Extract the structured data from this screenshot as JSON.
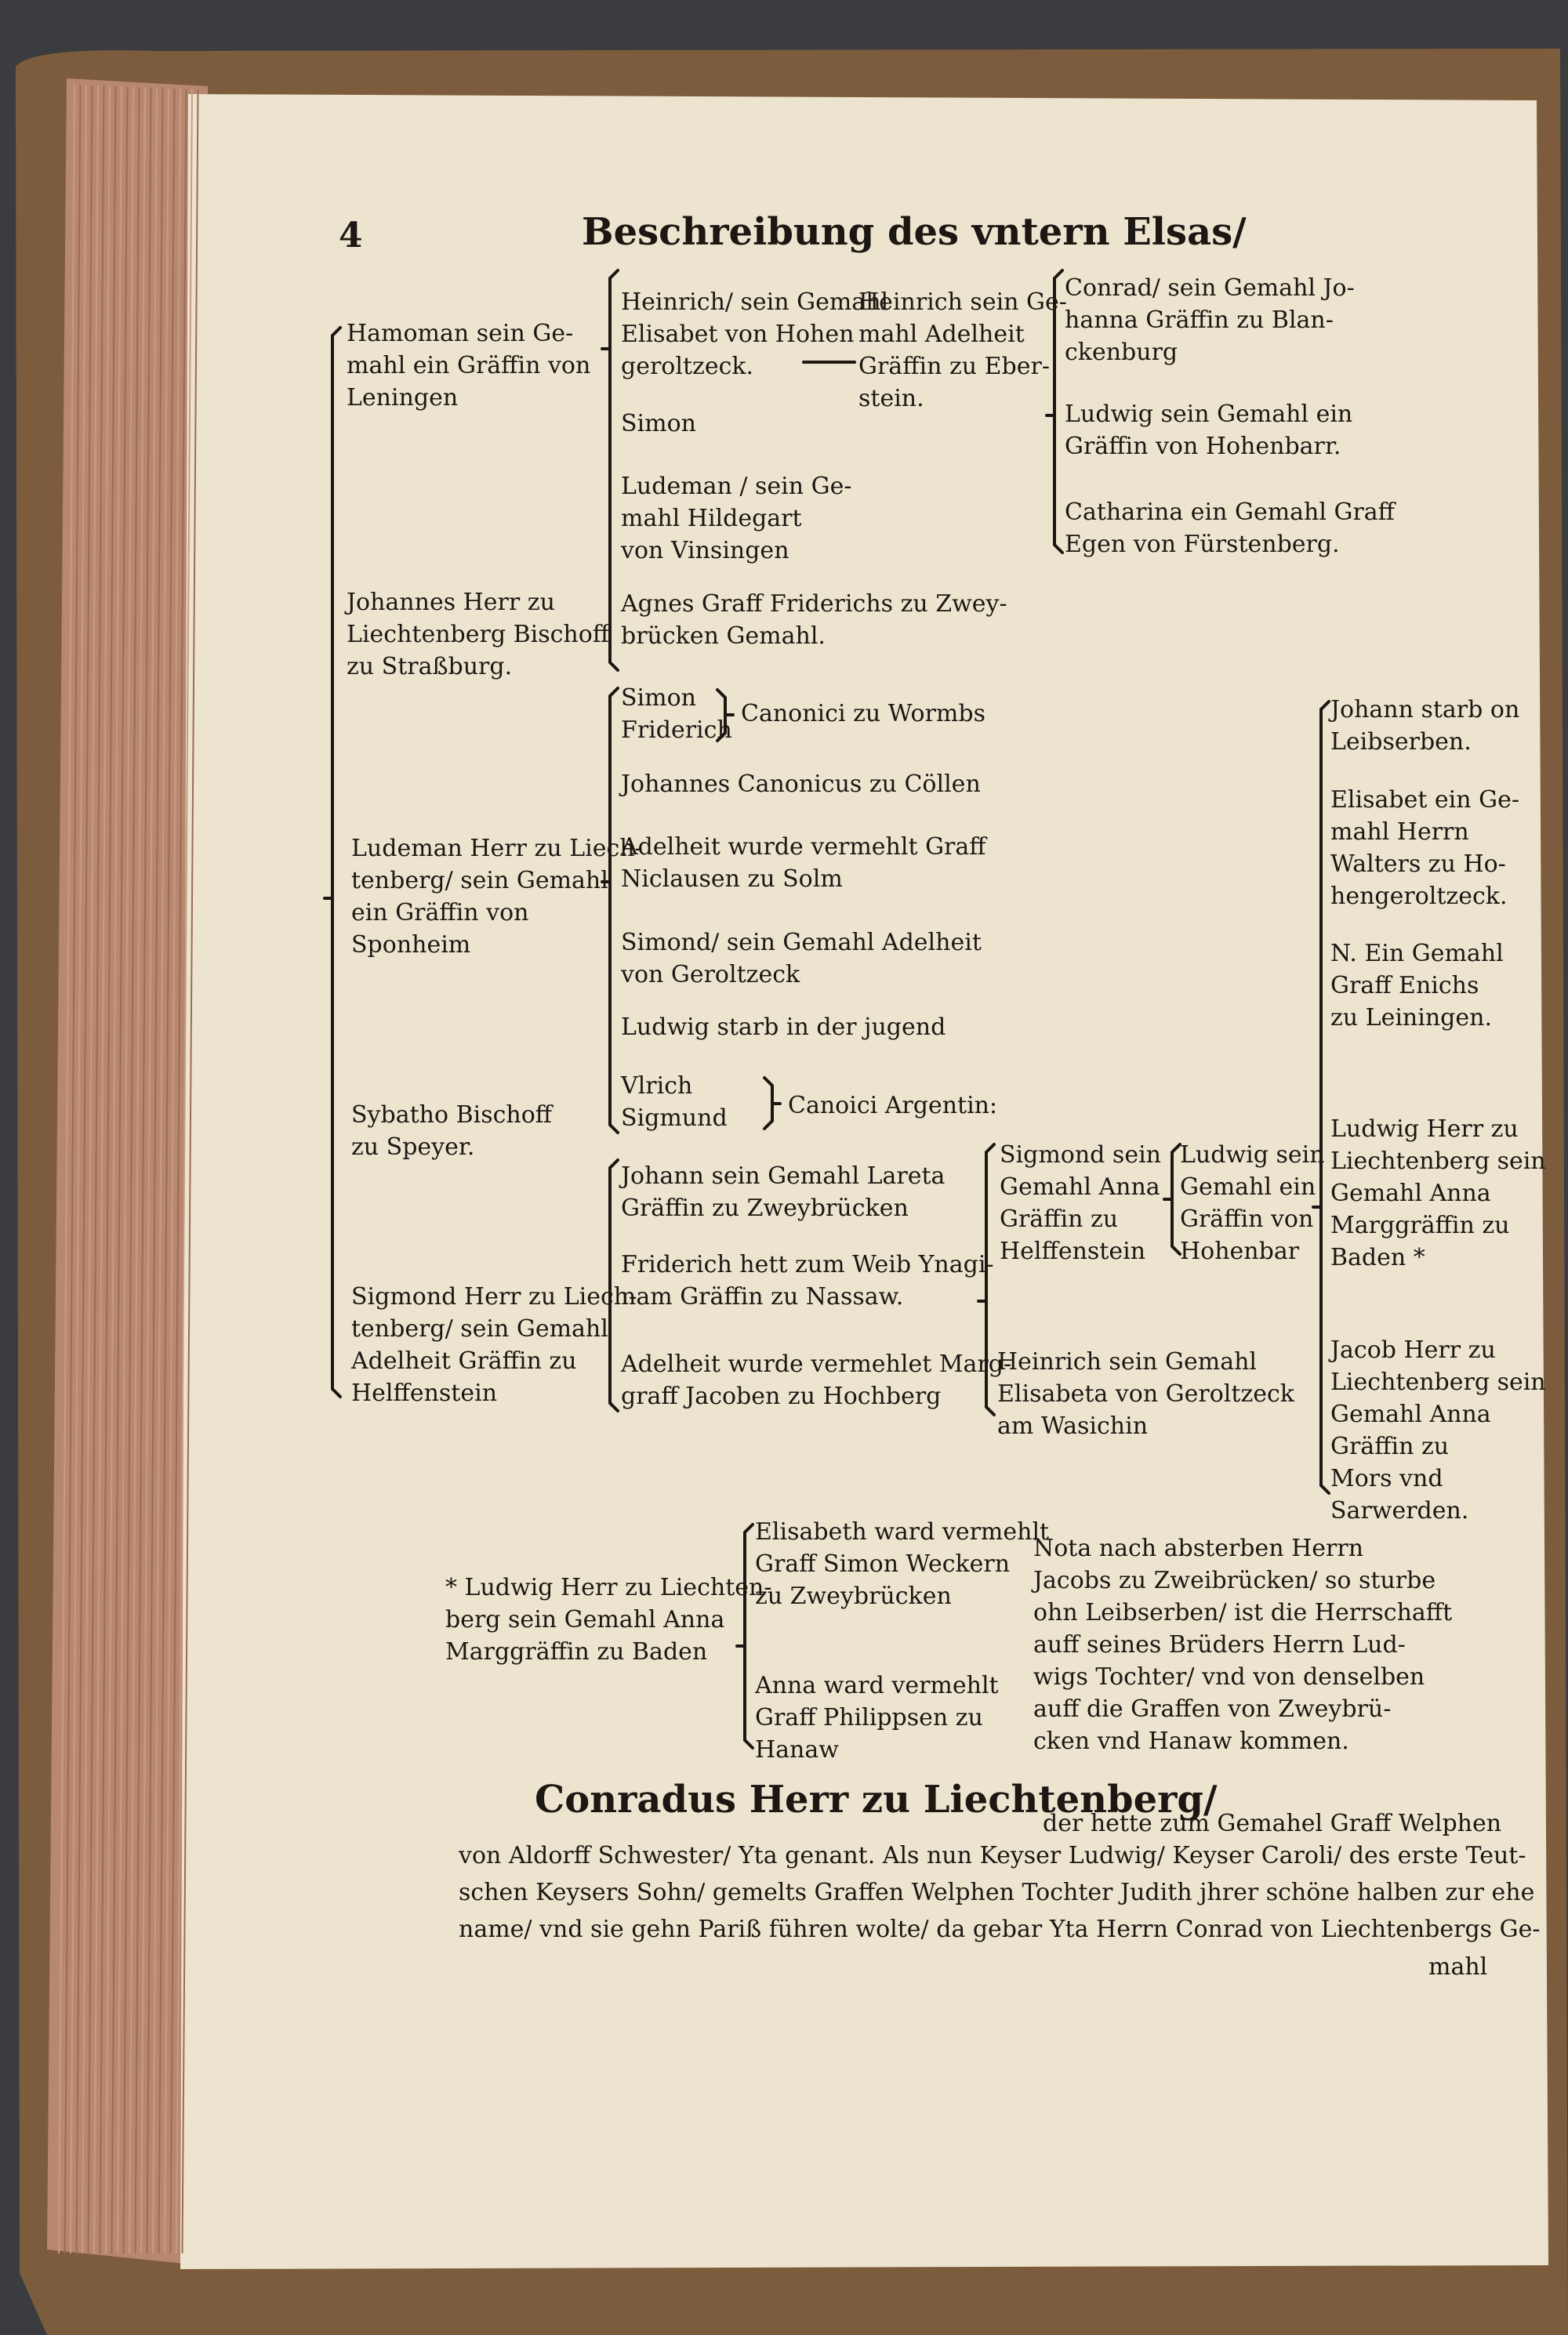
{
  "page": {
    "header": "Beschreibung des vntern Elsas/",
    "page_number": "4",
    "colors": {
      "paper": "#ede4d0",
      "ink": "#1c1712",
      "page_edge": "#b8876f",
      "cover": "#7c5c3c",
      "background": "#3a3c40"
    }
  },
  "tree": {
    "gen1": [
      "Hamoman sein Ge-\nmahl ein Gräffin von\nLeningen",
      "Johannes Herr zu\nLiechtenberg Bischoff\nzu Straßburg.",
      "Ludeman Herr zu Liech-\ntenberg/ sein Gemahl\nein Gräffin von\nSponheim",
      "Sybatho Bischoff\nzu Speyer.",
      "Sigmond Herr zu Liech-\ntenberg/ sein Gemahl\nAdelheit Gräffin zu\nHelffenstein"
    ],
    "gen2": [
      "Heinrich/ sein Gemahl\nElisabet von Hohen\ngeroltzeck.",
      "Simon",
      "Ludeman / sein Ge-\nmahl Hildegart\nvon Vinsingen",
      "Agnes Graff Friderichs zu Zwey-\nbrücken Gemahl.",
      "Simon\nFriderich",
      "Canonici zu Wormbs",
      "Johannes Canonicus zu Cöllen",
      "Adelheit wurde vermehlt Graff\nNiclausen zu Solm",
      "Simond/ sein Gemahl Adelheit\nvon Geroltzeck",
      "Ludwig starb in der jugend",
      "Vlrich\nSigmund",
      "Canoici Argentin:",
      "Johann sein Gemahl Lareta\nGräffin zu Zweybrücken",
      "Friderich hett zum Weib Ynagi-\nnam Gräffin zu Nassaw.",
      "Adelheit wurde vermehlet Marg-\ngraff Jacoben zu Hochberg"
    ],
    "gen3": [
      "Heinrich sein Ge-\nmahl Adelheit\nGräffin zu Eber-\nstein.",
      "Sigmond sein\nGemahl Anna\nGräffin zu\nHelffenstein",
      "Heinrich sein Gemahl\nElisabeta von Geroltzeck\nam Wasichin"
    ],
    "gen4": [
      "Conrad/ sein Gemahl Jo-\nhanna Gräffin zu Blan-\nckenburg",
      "Ludwig sein Gemahl ein\nGräffin von Hohenbarr.",
      "Catharina ein Gemahl Graff\nEgen von Fürstenberg.",
      "Ludwig sein\nGemahl ein\nGräffin von\nHohenbar"
    ],
    "gen5": [
      "Johann starb on\nLeibserben.",
      "Elisabet ein Ge-\nmahl Herrn\nWalters zu Ho-\nhengeroltzeck.",
      "N. Ein Gemahl\nGraff Enichs\nzu Leiningen.",
      "Ludwig Herr zu\nLiechtenberg sein\nGemahl Anna\nMarggräffin zu\nBaden *",
      "Jacob Herr zu\nLiechtenberg sein\nGemahl Anna\nGräffin zu\nMors vnd\nSarwerden."
    ]
  },
  "footnote": {
    "text": "* Ludwig Herr zu Liechten-\nberg sein Gemahl Anna\nMarggräffin zu Baden",
    "children": [
      "Elisabeth ward vermehlt\nGraff Simon Weckern\nzu Zweybrücken",
      "Anna ward vermehlt\nGraff Philippsen zu\nHanaw"
    ],
    "nota": "Nota nach absterben Herrn\nJacobs zu Zweibrücken/ so sturbe\nohn Leibserben/ ist die Herrschafft\nauff seines Brüders Herrn Lud-\nwigs Tochter/ vnd von denselben\nauff die Graffen von Zweybrü-\ncken vnd Hanaw kommen."
  },
  "paragraph": {
    "heading": "Conradus Herr zu Liechtenberg/",
    "lines": [
      "der hette zum Gemahel Graff Welphen",
      "von Aldorff Schwester/ Yta genant. Als nun Keyser Ludwig/ Keyser Caroli/ des erste Teut-",
      "schen Keysers Sohn/ gemelts Graffen Welphen Tochter Judith jhrer schöne halben zur ehe",
      "name/ vnd sie gehn Pariß führen wolte/ da gebar Yta Herrn Conrad von Liechtenbergs Ge-",
      "mahl"
    ]
  }
}
